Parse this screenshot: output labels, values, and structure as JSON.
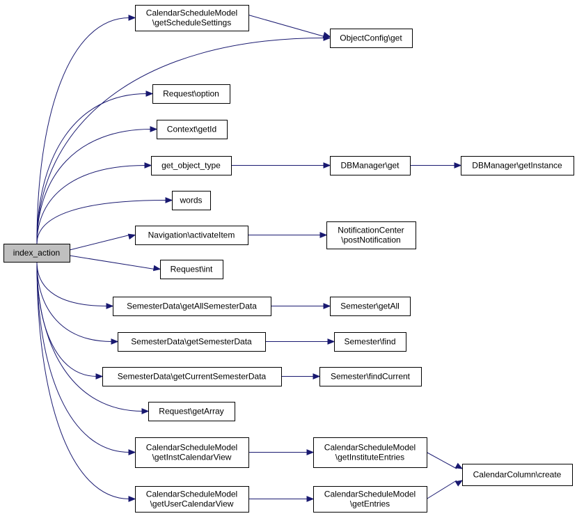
{
  "diagram": {
    "title": "",
    "line_color": "#191970",
    "root_fill": "#bfbfbf",
    "nodes": [
      {
        "id": "index_action",
        "lines": [
          "index_action"
        ],
        "root": true
      },
      {
        "id": "cal_getScheduleSettings",
        "lines": [
          "CalendarScheduleModel",
          "\\getScheduleSettings"
        ]
      },
      {
        "id": "objcfg_get",
        "lines": [
          "ObjectConfig\\get"
        ]
      },
      {
        "id": "req_option",
        "lines": [
          "Request\\option"
        ]
      },
      {
        "id": "ctx_getId",
        "lines": [
          "Context\\getId"
        ]
      },
      {
        "id": "get_object_type",
        "lines": [
          "get_object_type"
        ]
      },
      {
        "id": "dbm_get",
        "lines": [
          "DBManager\\get"
        ]
      },
      {
        "id": "dbm_getInstance",
        "lines": [
          "DBManager\\getInstance"
        ]
      },
      {
        "id": "words",
        "lines": [
          "words"
        ]
      },
      {
        "id": "nav_activateItem",
        "lines": [
          "Navigation\\activateItem"
        ]
      },
      {
        "id": "notif_post",
        "lines": [
          "NotificationCenter",
          "\\postNotification"
        ]
      },
      {
        "id": "req_int",
        "lines": [
          "Request\\int"
        ]
      },
      {
        "id": "sd_getAll",
        "lines": [
          "SemesterData\\getAllSemesterData"
        ]
      },
      {
        "id": "sem_getAll",
        "lines": [
          "Semester\\getAll"
        ]
      },
      {
        "id": "sd_getSem",
        "lines": [
          "SemesterData\\getSemesterData"
        ]
      },
      {
        "id": "sem_find",
        "lines": [
          "Semester\\find"
        ]
      },
      {
        "id": "sd_getCur",
        "lines": [
          "SemesterData\\getCurrentSemesterData"
        ]
      },
      {
        "id": "sem_findCurrent",
        "lines": [
          "Semester\\findCurrent"
        ]
      },
      {
        "id": "req_getArray",
        "lines": [
          "Request\\getArray"
        ]
      },
      {
        "id": "cal_getInstCal",
        "lines": [
          "CalendarScheduleModel",
          "\\getInstCalendarView"
        ]
      },
      {
        "id": "cal_getInstEntries",
        "lines": [
          "CalendarScheduleModel",
          "\\getInstituteEntries"
        ]
      },
      {
        "id": "calcol_create",
        "lines": [
          "CalendarColumn\\create"
        ]
      },
      {
        "id": "cal_getUserCal",
        "lines": [
          "CalendarScheduleModel",
          "\\getUserCalendarView"
        ]
      },
      {
        "id": "cal_getEntries",
        "lines": [
          "CalendarScheduleModel",
          "\\getEntries"
        ]
      }
    ],
    "edges": [
      {
        "from": "index_action",
        "to": "cal_getScheduleSettings"
      },
      {
        "from": "index_action",
        "to": "objcfg_get"
      },
      {
        "from": "cal_getScheduleSettings",
        "to": "objcfg_get"
      },
      {
        "from": "index_action",
        "to": "req_option"
      },
      {
        "from": "index_action",
        "to": "ctx_getId"
      },
      {
        "from": "index_action",
        "to": "get_object_type"
      },
      {
        "from": "get_object_type",
        "to": "dbm_get"
      },
      {
        "from": "dbm_get",
        "to": "dbm_getInstance"
      },
      {
        "from": "index_action",
        "to": "words"
      },
      {
        "from": "index_action",
        "to": "nav_activateItem"
      },
      {
        "from": "nav_activateItem",
        "to": "notif_post"
      },
      {
        "from": "index_action",
        "to": "req_int"
      },
      {
        "from": "index_action",
        "to": "sd_getAll"
      },
      {
        "from": "sd_getAll",
        "to": "sem_getAll"
      },
      {
        "from": "index_action",
        "to": "sd_getSem"
      },
      {
        "from": "sd_getSem",
        "to": "sem_find"
      },
      {
        "from": "index_action",
        "to": "sd_getCur"
      },
      {
        "from": "sd_getCur",
        "to": "sem_findCurrent"
      },
      {
        "from": "index_action",
        "to": "req_getArray"
      },
      {
        "from": "index_action",
        "to": "cal_getInstCal"
      },
      {
        "from": "cal_getInstCal",
        "to": "cal_getInstEntries"
      },
      {
        "from": "cal_getInstEntries",
        "to": "calcol_create"
      },
      {
        "from": "index_action",
        "to": "cal_getUserCal"
      },
      {
        "from": "cal_getUserCal",
        "to": "cal_getEntries"
      },
      {
        "from": "cal_getEntries",
        "to": "calcol_create"
      }
    ]
  }
}
